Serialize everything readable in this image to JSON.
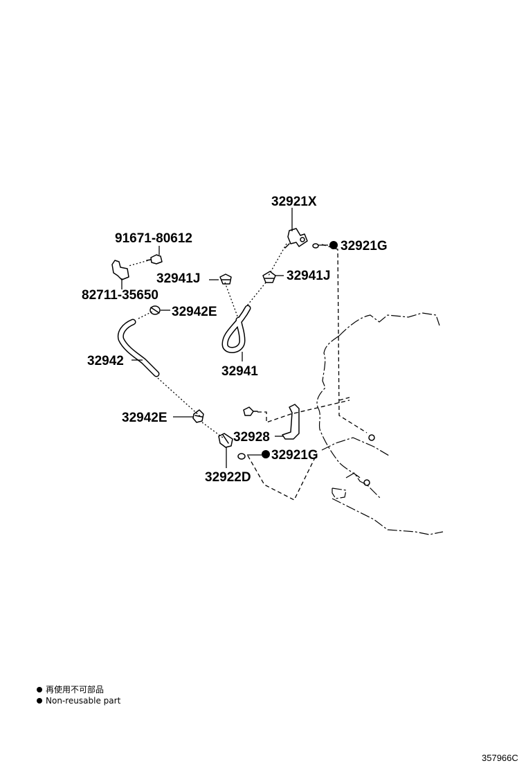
{
  "parts": {
    "p32921X": "32921X",
    "p32921G_top": "32921G",
    "p91671": "91671-80612",
    "p82711": "82711-35650",
    "p32941J_left": "32941J",
    "p32941J_right": "32941J",
    "p32942E_top": "32942E",
    "p32942": "32942",
    "p32941": "32941",
    "p32942E_bottom": "32942E",
    "p32928": "32928",
    "p32921G_bottom": "32921G",
    "p32922D": "32922D"
  },
  "legend": {
    "japanese": "再使用不可部品",
    "english": "Non-reusable part"
  },
  "diagram_code": "357966C"
}
